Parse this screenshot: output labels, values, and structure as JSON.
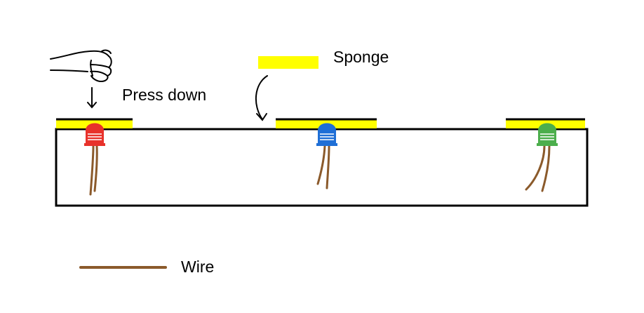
{
  "labels": {
    "press_down": "Press down",
    "sponge": "Sponge",
    "wire": "Wire"
  },
  "colors": {
    "sponge": "#ffff00",
    "wire": "#8b5a2b",
    "outline": "#000000",
    "button_red": "#e8322b",
    "button_blue": "#1f6fd6",
    "button_green": "#4cae4c"
  },
  "buttons": [
    {
      "color": "button_red"
    },
    {
      "color": "button_blue"
    },
    {
      "color": "button_green"
    }
  ],
  "icons": {
    "hand": "pressing-hand-icon",
    "press_arrow": "down-arrow-icon",
    "sponge_arrow": "curved-arrow-icon"
  }
}
